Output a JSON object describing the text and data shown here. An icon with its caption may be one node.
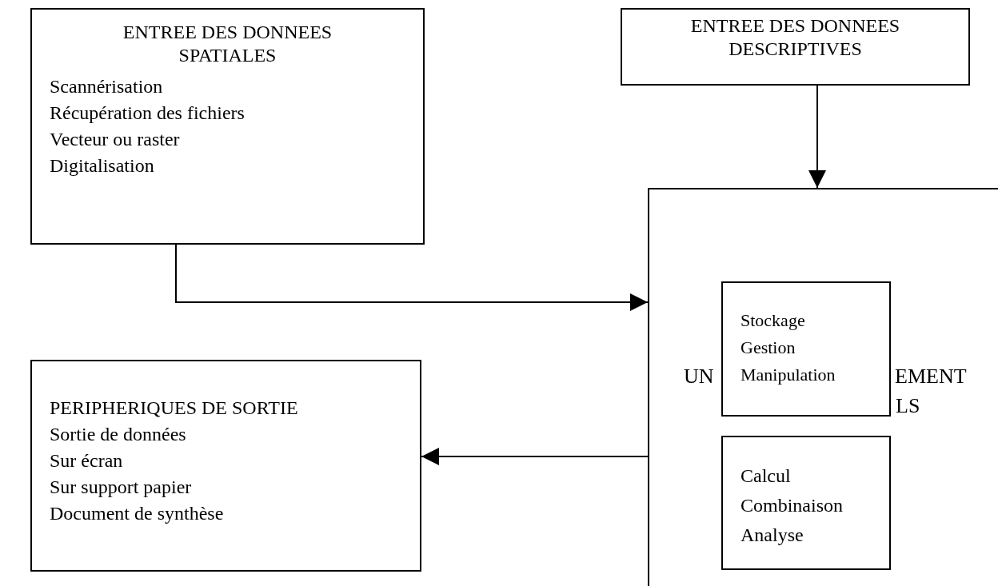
{
  "diagram": {
    "nodes": [
      {
        "text": [
          "ENTREE DES DONNEES SPATIALES",
          "Scannérisation",
          "Récupération des fichiers",
          "Vecteur ou raster",
          "Digitalisation"
        ]
      },
      {
        "text": [
          "ENTREE DES DONNEES DESCRIPTIVES"
        ]
      },
      {
        "text": [
          "UN",
          "EMENT",
          "LS"
        ]
      },
      {
        "text": [
          "Stockage",
          "Gestion",
          "Manipulation"
        ],
        "in": 2
      },
      {
        "text": [
          "Calcul",
          "Combinaison",
          "Analyse"
        ],
        "in": 2
      },
      {
        "text": [
          "PERIPHERIQUES DE SORTIE",
          "Sortie de données",
          "Sur écran",
          "Sur support papier",
          "Document de synthèse"
        ]
      }
    ],
    "edges": [
      {
        "from": 1,
        "to": 2,
        "arrow": "to"
      },
      {
        "from": 0,
        "to": 2,
        "arrow": "to"
      },
      {
        "from": 2,
        "to": 5,
        "arrow": "to"
      }
    ]
  }
}
